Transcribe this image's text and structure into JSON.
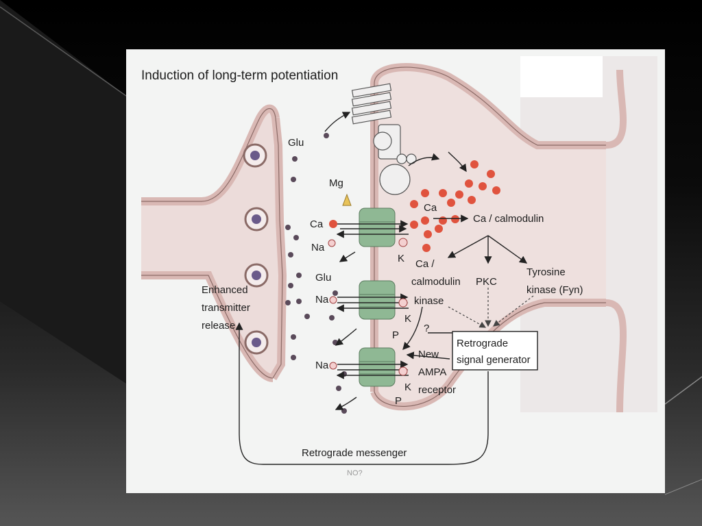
{
  "slide": {
    "title": "Induction of long-term potentiation",
    "labels": {
      "glu_top": "Glu",
      "mg": "Mg",
      "ca_left": "Ca",
      "na_1": "Na",
      "glu_mid": "Glu",
      "na_2": "Na",
      "na_3": "Na",
      "k_1": "K",
      "k_2": "K",
      "k_3": "K",
      "p_1": "P",
      "p_2": "P",
      "ca_cluster": "Ca",
      "ca_calmodulin": "Ca / calmodulin",
      "camk_1": "Ca /",
      "camk_2": "calmodulin",
      "camk_3": "kinase",
      "pkc": "PKC",
      "tyr_1": "Tyrosine",
      "tyr_2": "kinase (Fyn)",
      "question": "?",
      "ampa_1": "New",
      "ampa_2": "AMPA",
      "ampa_3": "receptor",
      "retro_gen_1": "Retrograde",
      "retro_gen_2": "signal generator",
      "enh_1": "Enhanced",
      "enh_2": "transmitter",
      "enh_3": "release",
      "retro_messenger": "Retrograde messenger",
      "no": "NO?"
    },
    "colors": {
      "membrane": "#d9b8b4",
      "membrane_edge": "#8a6a66",
      "cytoplasm": "#eee0de",
      "receptor": "#8fb894",
      "calcium": "#e0533e",
      "vesicle": "#6a5a8a"
    }
  }
}
